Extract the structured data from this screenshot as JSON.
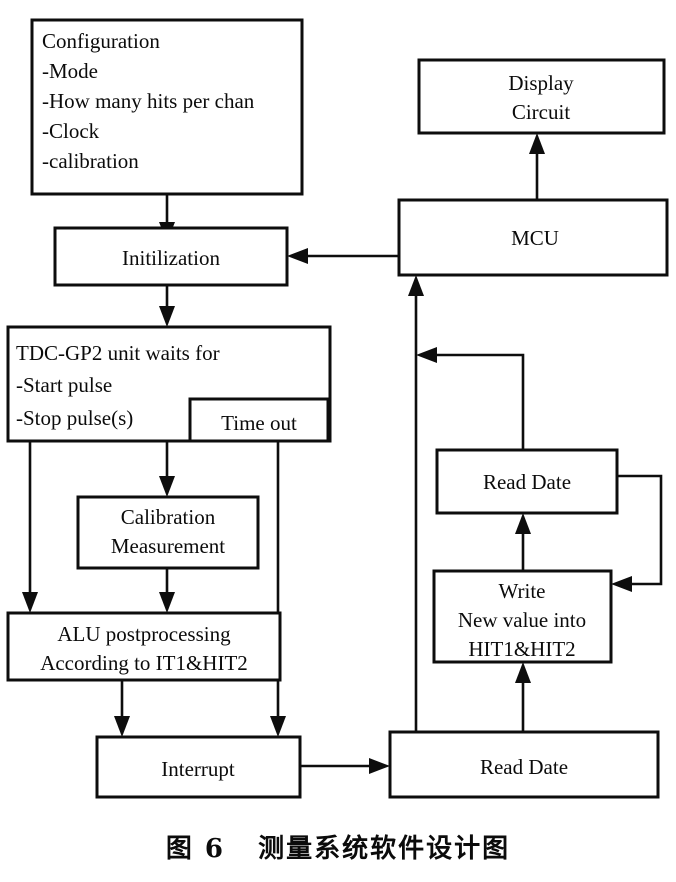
{
  "figure": {
    "caption": "图 6   测量系统软件设计图",
    "caption_number": "图 6",
    "caption_title": "测量系统软件设计图",
    "line_color": "#0d0d0d",
    "background_color": "#ffffff"
  },
  "nodes": {
    "configuration": {
      "lines": [
        "Configuration",
        "-Mode",
        "-How many hits per chan",
        "-Clock",
        "-calibration"
      ],
      "line1": "Configuration",
      "line2": "-Mode",
      "line3": "-How many hits per chan",
      "line4": "-Clock",
      "line5": "-calibration"
    },
    "initilization": {
      "label": "Initilization"
    },
    "tdc_unit": {
      "line1": "TDC-GP2 unit waits for",
      "line2": "-Start pulse",
      "line3": "-Stop pulse(s)"
    },
    "time_out": {
      "label": "Time out"
    },
    "calibration_measurement": {
      "line1": "Calibration",
      "line2": "Measurement"
    },
    "alu": {
      "line1": "ALU postprocessing",
      "line2": "According to IT1&HIT2"
    },
    "interrupt": {
      "label": "Interrupt"
    },
    "display_circuit": {
      "line1": "Display",
      "line2": "Circuit"
    },
    "mcu": {
      "label": "MCU"
    },
    "read_date_upper": {
      "label": "Read Date"
    },
    "write_hits": {
      "line1": "Write",
      "line2": "New value into",
      "line3": "HIT1&HIT2"
    },
    "read_date_lower": {
      "label": "Read Date"
    }
  },
  "edges": [
    {
      "name": "configuration-to-initilization",
      "from": "configuration",
      "to": "initilization"
    },
    {
      "name": "initilization-to-tdc-unit",
      "from": "initilization",
      "to": "tdc_unit"
    },
    {
      "name": "tdc-unit-to-calibration-measurement",
      "from": "tdc_unit",
      "to": "calibration_measurement"
    },
    {
      "name": "tdc-unit-to-alu",
      "from": "tdc_unit",
      "to": "alu"
    },
    {
      "name": "calibration-measurement-to-alu",
      "from": "calibration_measurement",
      "to": "alu"
    },
    {
      "name": "time-out-to-interrupt",
      "from": "time_out",
      "to": "interrupt"
    },
    {
      "name": "alu-to-interrupt",
      "from": "alu",
      "to": "interrupt"
    },
    {
      "name": "interrupt-to-read-date-lower",
      "from": "interrupt",
      "to": "read_date_lower"
    },
    {
      "name": "read-date-lower-to-write-hits",
      "from": "read_date_lower",
      "to": "write_hits"
    },
    {
      "name": "write-hits-to-read-date-upper",
      "from": "write_hits",
      "to": "read_date_upper"
    },
    {
      "name": "read-date-upper-to-write-hits-loop",
      "from": "read_date_upper",
      "to": "write_hits"
    },
    {
      "name": "read-date-lower-to-mcu",
      "from": "read_date_lower",
      "to": "mcu"
    },
    {
      "name": "read-date-upper-to-mcu",
      "from": "read_date_upper",
      "to": "mcu"
    },
    {
      "name": "mcu-to-display-circuit",
      "from": "mcu",
      "to": "display_circuit"
    },
    {
      "name": "mcu-to-initilization",
      "from": "mcu",
      "to": "initilization"
    }
  ]
}
